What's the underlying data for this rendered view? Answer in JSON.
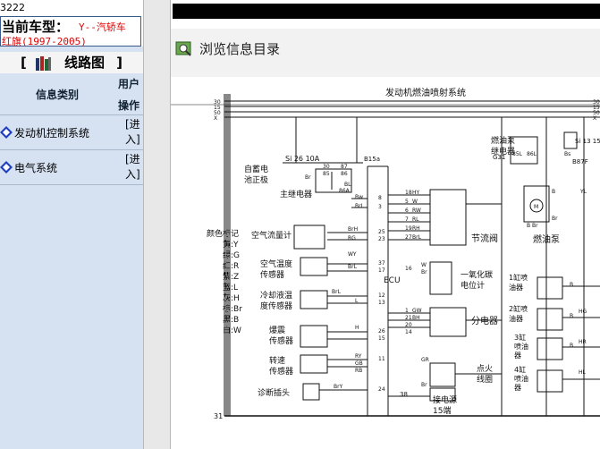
{
  "sidebar": {
    "code": "3222",
    "vehicle_label": "当前车型：",
    "vehicle_value_line1": "Y--汽轿车",
    "vehicle_value_line2": "红旗(1997-2005)",
    "heading_open": "[",
    "heading": "线路图",
    "heading_close": "]",
    "columns": {
      "category": "信息类别",
      "user": "用户",
      "action": "操作"
    },
    "items": [
      {
        "label": "发动机控制系统",
        "action": "[进入]"
      },
      {
        "label": "电气系统",
        "action": "[进入]"
      }
    ]
  },
  "main": {
    "toolbar_label": "浏览信息目录",
    "diagram": {
      "title": "发动机燃油喷射系统",
      "bus_left": [
        "30",
        "15",
        "50",
        "X"
      ],
      "bus_right": [
        "30",
        "15",
        "50",
        "X"
      ],
      "fuse_a": "Si 26 10A",
      "fuse_b": "Si 13 15A",
      "b15a": "B15a",
      "g31": "G31",
      "b87f": "B87F",
      "battery": [
        "自蓄电",
        "池正极"
      ],
      "main_relay": "主继电器",
      "fuel_relay": [
        "燃油泵",
        "继电器"
      ],
      "fuel_pump": "燃油泵",
      "air_flow": "空气流量计",
      "air_temp": [
        "空气温度",
        "传感器"
      ],
      "coolant": [
        "冷却液温",
        "度传感器"
      ],
      "knock": [
        "爆震",
        "传感器"
      ],
      "speed": [
        "转速",
        "传感器"
      ],
      "diag": "诊断插头",
      "ecu": "ECU",
      "throttle": "节流阀",
      "co_pot": [
        "一氧化碳",
        "电位计"
      ],
      "distributor": "分电器",
      "coil": [
        "点火",
        "线圈"
      ],
      "power": [
        "接电源",
        "15端"
      ],
      "injectors": [
        [
          "1缸喷",
          "油器"
        ],
        [
          "2缸喷",
          "油器"
        ],
        [
          "3缸",
          "喷油",
          "器"
        ],
        [
          "4缸",
          "喷油",
          "器"
        ]
      ],
      "color_title": "颜色标记",
      "colors": [
        "黄:Y",
        "绿:G",
        "红:R",
        "紫:Z",
        "蓝:L",
        "灰:H",
        "棕:Br",
        "黑:B",
        "白:W"
      ],
      "ecu_pins_left": [
        "8",
        "3",
        "25",
        "23",
        "37",
        "17",
        "12",
        "13",
        "26",
        "15",
        "11",
        "24"
      ],
      "ecu_pins_right": [
        "18",
        "5",
        "6",
        "7",
        "19",
        "27",
        "16",
        "1",
        "21",
        "20",
        "14"
      ],
      "bottom_left": "31",
      "bottom_mid": "38",
      "wire_labels": [
        "Br",
        "Bw",
        "BrL",
        "BrH",
        "RG",
        "WY",
        "BrL",
        "BrL",
        "L",
        "H",
        "RY",
        "GB",
        "RB",
        "BrY",
        "HY",
        "W",
        "RW",
        "RL",
        "RH",
        "BrL",
        "W",
        "Br",
        "GW",
        "BH",
        "GR",
        "Br",
        "YL",
        "Br",
        "HG",
        "HR",
        "HL",
        "BL",
        "85",
        "86",
        "87",
        "86A",
        "30",
        "85L",
        "86L",
        "Bs",
        "B",
        "M",
        "B",
        "Br",
        "B",
        "B",
        "B"
      ]
    }
  }
}
